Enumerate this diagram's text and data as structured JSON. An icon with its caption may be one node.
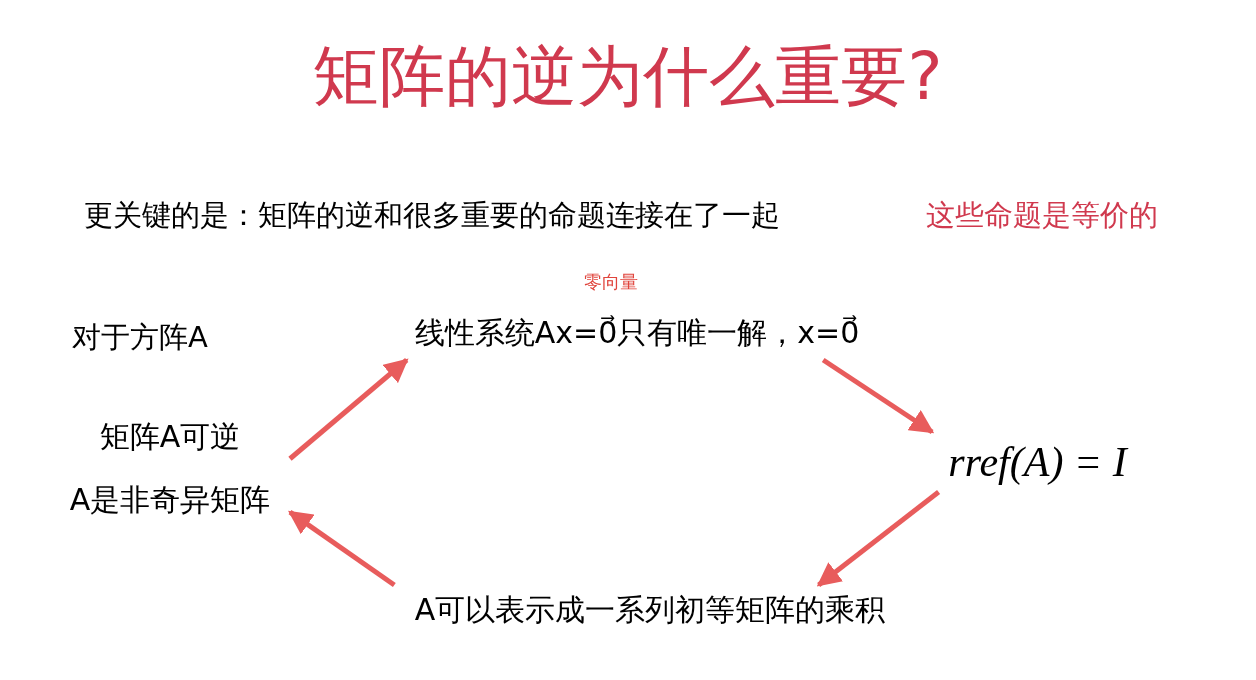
{
  "diagram": {
    "title": "矩阵的逆为什么重要?",
    "nodes": [
      {
        "text": [
          "矩阵A可逆",
          "A是非奇异矩阵"
        ]
      },
      {
        "text": [
          "线性系统Ax=0⃗只有唯一解，x=0⃗"
        ],
        "beside": [
          "零向量"
        ]
      },
      {
        "text": [
          "rref(A) = I"
        ]
      },
      {
        "text": [
          "A可以表示成一系列初等矩阵的乘积"
        ]
      }
    ],
    "edges": [
      {
        "from": 0,
        "to": 1,
        "arrow": "to"
      },
      {
        "from": 1,
        "to": 2,
        "arrow": "to"
      },
      {
        "from": 2,
        "to": 3,
        "arrow": "to"
      },
      {
        "from": 3,
        "to": 0,
        "arrow": "to"
      }
    ],
    "labels": [
      "更关键的是：矩阵的逆和很多重要的命题连接在了一起",
      "这些命题是等价的",
      "对于方阵A"
    ]
  }
}
